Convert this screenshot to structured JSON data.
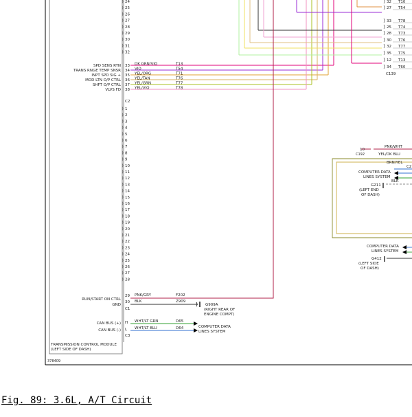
{
  "caption": "Fig. 89: 3.6L, A/T Circuit",
  "module": {
    "name_line1": "TRANSMISSION CONTROL MODULE",
    "name_line2": "(LEFT SIDE OF DASH)",
    "ref": "378409"
  },
  "top_pins": [
    "24",
    "25",
    "26",
    "27",
    "28",
    "29",
    "30",
    "31",
    "32"
  ],
  "signal_rows": [
    {
      "label": "SPD SENS RTN",
      "pin": "33",
      "color_name": "DK GRN/VIO",
      "circuit": "T13",
      "color": "#e0007a"
    },
    {
      "label": "TRANS RNGE TEMP SNSR",
      "pin": "34",
      "color_name": "VIO",
      "circuit": "T54",
      "color": "#9a2bd6"
    },
    {
      "label": "INPT SPD SIG +",
      "pin": "35",
      "color_name": "YEL/ORG",
      "circuit": "T71",
      "color": "#e0a030"
    },
    {
      "label": "MOD LTN O/P CTRL",
      "pin": "36",
      "color_name": "YEL/TAN",
      "circuit": "T76",
      "color": "#d8b060"
    },
    {
      "label": "SHFT O/P CTRL",
      "pin": "37",
      "color_name": "YEL/GRN",
      "circuit": "T77",
      "color": "#a8c020"
    },
    {
      "label": "VLVS FD",
      "pin": "38",
      "color_name": "YEL/VIO",
      "circuit": "T78",
      "color": "#f090c0"
    }
  ],
  "c2_label": "C2",
  "c2_pins": [
    "1",
    "2",
    "3",
    "4",
    "5",
    "6",
    "7",
    "8",
    "9",
    "10",
    "11",
    "12",
    "13",
    "14",
    "15",
    "16",
    "17",
    "18",
    "19",
    "20",
    "21",
    "22",
    "23",
    "24",
    "25",
    "26",
    "27",
    "28"
  ],
  "run_row": {
    "label": "RUN/START ON CTRL",
    "pin": "29",
    "color_name": "PNK/GRY",
    "circuit": "F202",
    "color": "#b0204a"
  },
  "gnd_row": {
    "label": "GND",
    "pin": "30",
    "color_name": "BLK",
    "circuit": "Z909",
    "color": "#333333"
  },
  "ground": {
    "id": "G909A",
    "line1": "(RIGHT REAR OF",
    "line2": "ENGINE COMPT)"
  },
  "c1_label": "C1",
  "can_rows": [
    {
      "label": "CAN BUS (+)",
      "pin": "H",
      "color_name": "WHT/LT GRN",
      "circuit": "D65",
      "color": "#30a030"
    },
    {
      "label": "CAN BUS (-)",
      "pin": "L",
      "color_name": "WHT/LT BLU",
      "circuit": "D64",
      "color": "#3070d0"
    }
  ],
  "c3_label": "C3",
  "can_dest": {
    "line1": "COMPUTER DATA",
    "line2": "LINES SYSTEM"
  },
  "right_connector": {
    "name": "C139",
    "pins": [
      "32",
      "27",
      "33",
      "25",
      "28",
      "30",
      "32",
      "35",
      "12",
      "34"
    ],
    "circuits": [
      "T10",
      "T54",
      "T78",
      "T74",
      "T73",
      "T76",
      "T77",
      "T75",
      "T13",
      "T60"
    ]
  },
  "c192": {
    "pin": "10",
    "name": "C192",
    "wire_top": "PNK/WHT",
    "wire_bottom": "YEL/DK BLU"
  },
  "panel1": {
    "header": "BRN/YEL",
    "tag": "C2",
    "data_line1": "COMPUTER DATA",
    "data_line2": "LINES SYSTEM",
    "wire": "BLK",
    "ground": "G211",
    "ground_line1": "(LEFT END",
    "ground_line2": "OF DASH)"
  },
  "lower_data": {
    "line1": "COMPUTER DATA",
    "line2": "LINES SYSTEM",
    "ground": "G412",
    "ground_line1": "(LEFT SIDE",
    "ground_line2": "OF DASH)"
  }
}
